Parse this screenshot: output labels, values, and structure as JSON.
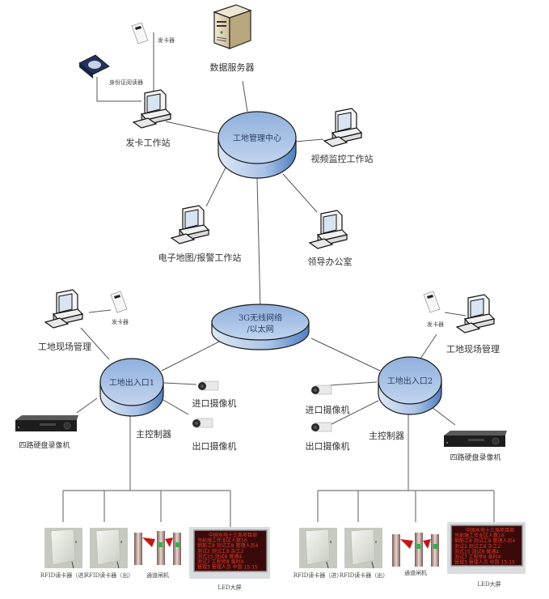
{
  "diagram": {
    "title": "工地门禁管理系统拓扑",
    "hubs": {
      "center": "工地管理中心",
      "network_line1": "3G无线网络",
      "network_line2": "/以太网",
      "gate1": "工地出入口1",
      "gate2": "工地出入口2"
    },
    "top": {
      "server": "数据服务器",
      "card_issuer": "发卡器",
      "id_reader": "身份证阅读器",
      "card_station": "发卡工作站",
      "video_station": "视频监控工作站",
      "map_station": "电子地图/报警工作站",
      "leader_office": "领导办公室"
    },
    "gate1": {
      "site_mgmt": "工地现场管理",
      "card_issuer": "发卡器",
      "entry_camera": "进口摄像机",
      "exit_camera": "出口摄像机",
      "dvr": "四路硬盘录像机",
      "controller": "主控制器",
      "devices": [
        "RFID读卡器（进）",
        "RFID读卡器（出）",
        "通道闸机",
        "LED大屏"
      ]
    },
    "gate2": {
      "site_mgmt": "工地现场管理",
      "card_issuer": "发卡器",
      "entry_camera": "进口摄像机",
      "exit_camera": "出口摄像机",
      "dvr": "四路硬盘录像机",
      "controller": "主控制器",
      "devices": [
        "RFID读卡器（进）",
        "RFID读卡器（出）",
        "通道闸机",
        "LED大屏"
      ]
    },
    "led_screen_lines": [
      "中国水电十三局项目部",
      "当前施工作业区人数16",
      "钢筋工8  测试工8  管理人员4",
      "测试2  测试工8  杂工2",
      "测式15  测试8  普通4",
      "测试7  工程师8  临时4",
      "管理3 管理人员 中国 15:15"
    ],
    "colors": {
      "hub_top": "#9fb8e0",
      "hub_side": "#6f97cc",
      "hub_stroke": "#1b1b1b",
      "line": "#555555",
      "led_bg": "#3a0a0a",
      "led_text": "#e03a2a"
    }
  }
}
